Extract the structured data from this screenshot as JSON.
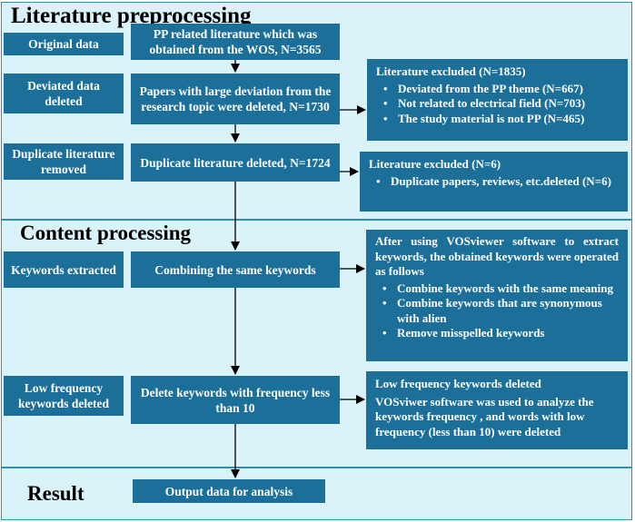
{
  "sections": {
    "preprocessing": "Literature preprocessing",
    "content": "Content processing",
    "result": "Result"
  },
  "labels": {
    "original": "Original data",
    "deviated": "Deviated data deleted",
    "duplicate": "Duplicate literature removed",
    "keywords": "Keywords extracted",
    "lowfreq": "Low frequency keywords deleted"
  },
  "flow": {
    "pp_literature": "PP related literature which was obtained from the WOS, N=3565",
    "deviation": "Papers with large deviation from the research topic were deleted, N=1730",
    "duplicate": "Duplicate literature deleted, N=1724",
    "combine": "Combining the same keywords",
    "delete_keywords": "Delete keywords with  frequency less than 10",
    "output": "Output data for analysis"
  },
  "notes": {
    "excluded1": {
      "head": "Literature excluded (N=1835)",
      "items": [
        "Deviated from the PP theme (N=667)",
        "Not related to electrical field  (N=703)",
        "The study material is not PP (N=465)"
      ]
    },
    "excluded2": {
      "head": "Literature excluded (N=6)",
      "items": [
        "Duplicate papers, reviews, etc.deleted (N=6)"
      ]
    },
    "vosviewer": {
      "head": "After using VOSviewer software to extract keywords, the obtained keywords were operated as follows",
      "items": [
        "Combine keywords with the same meaning",
        "Combine keywords that are synonymous with alien",
        "Remove misspelled keywords"
      ]
    },
    "lowfreq": {
      "head": "Low frequency keywords deleted",
      "body": "VOSviwer software was used to analyze the keywords frequency , and words with low frequency (less than 10) were deleted"
    }
  },
  "colors": {
    "box": "#1b6f98",
    "section_bg": "#daf3f8",
    "section_border": "#2f8fb0"
  }
}
